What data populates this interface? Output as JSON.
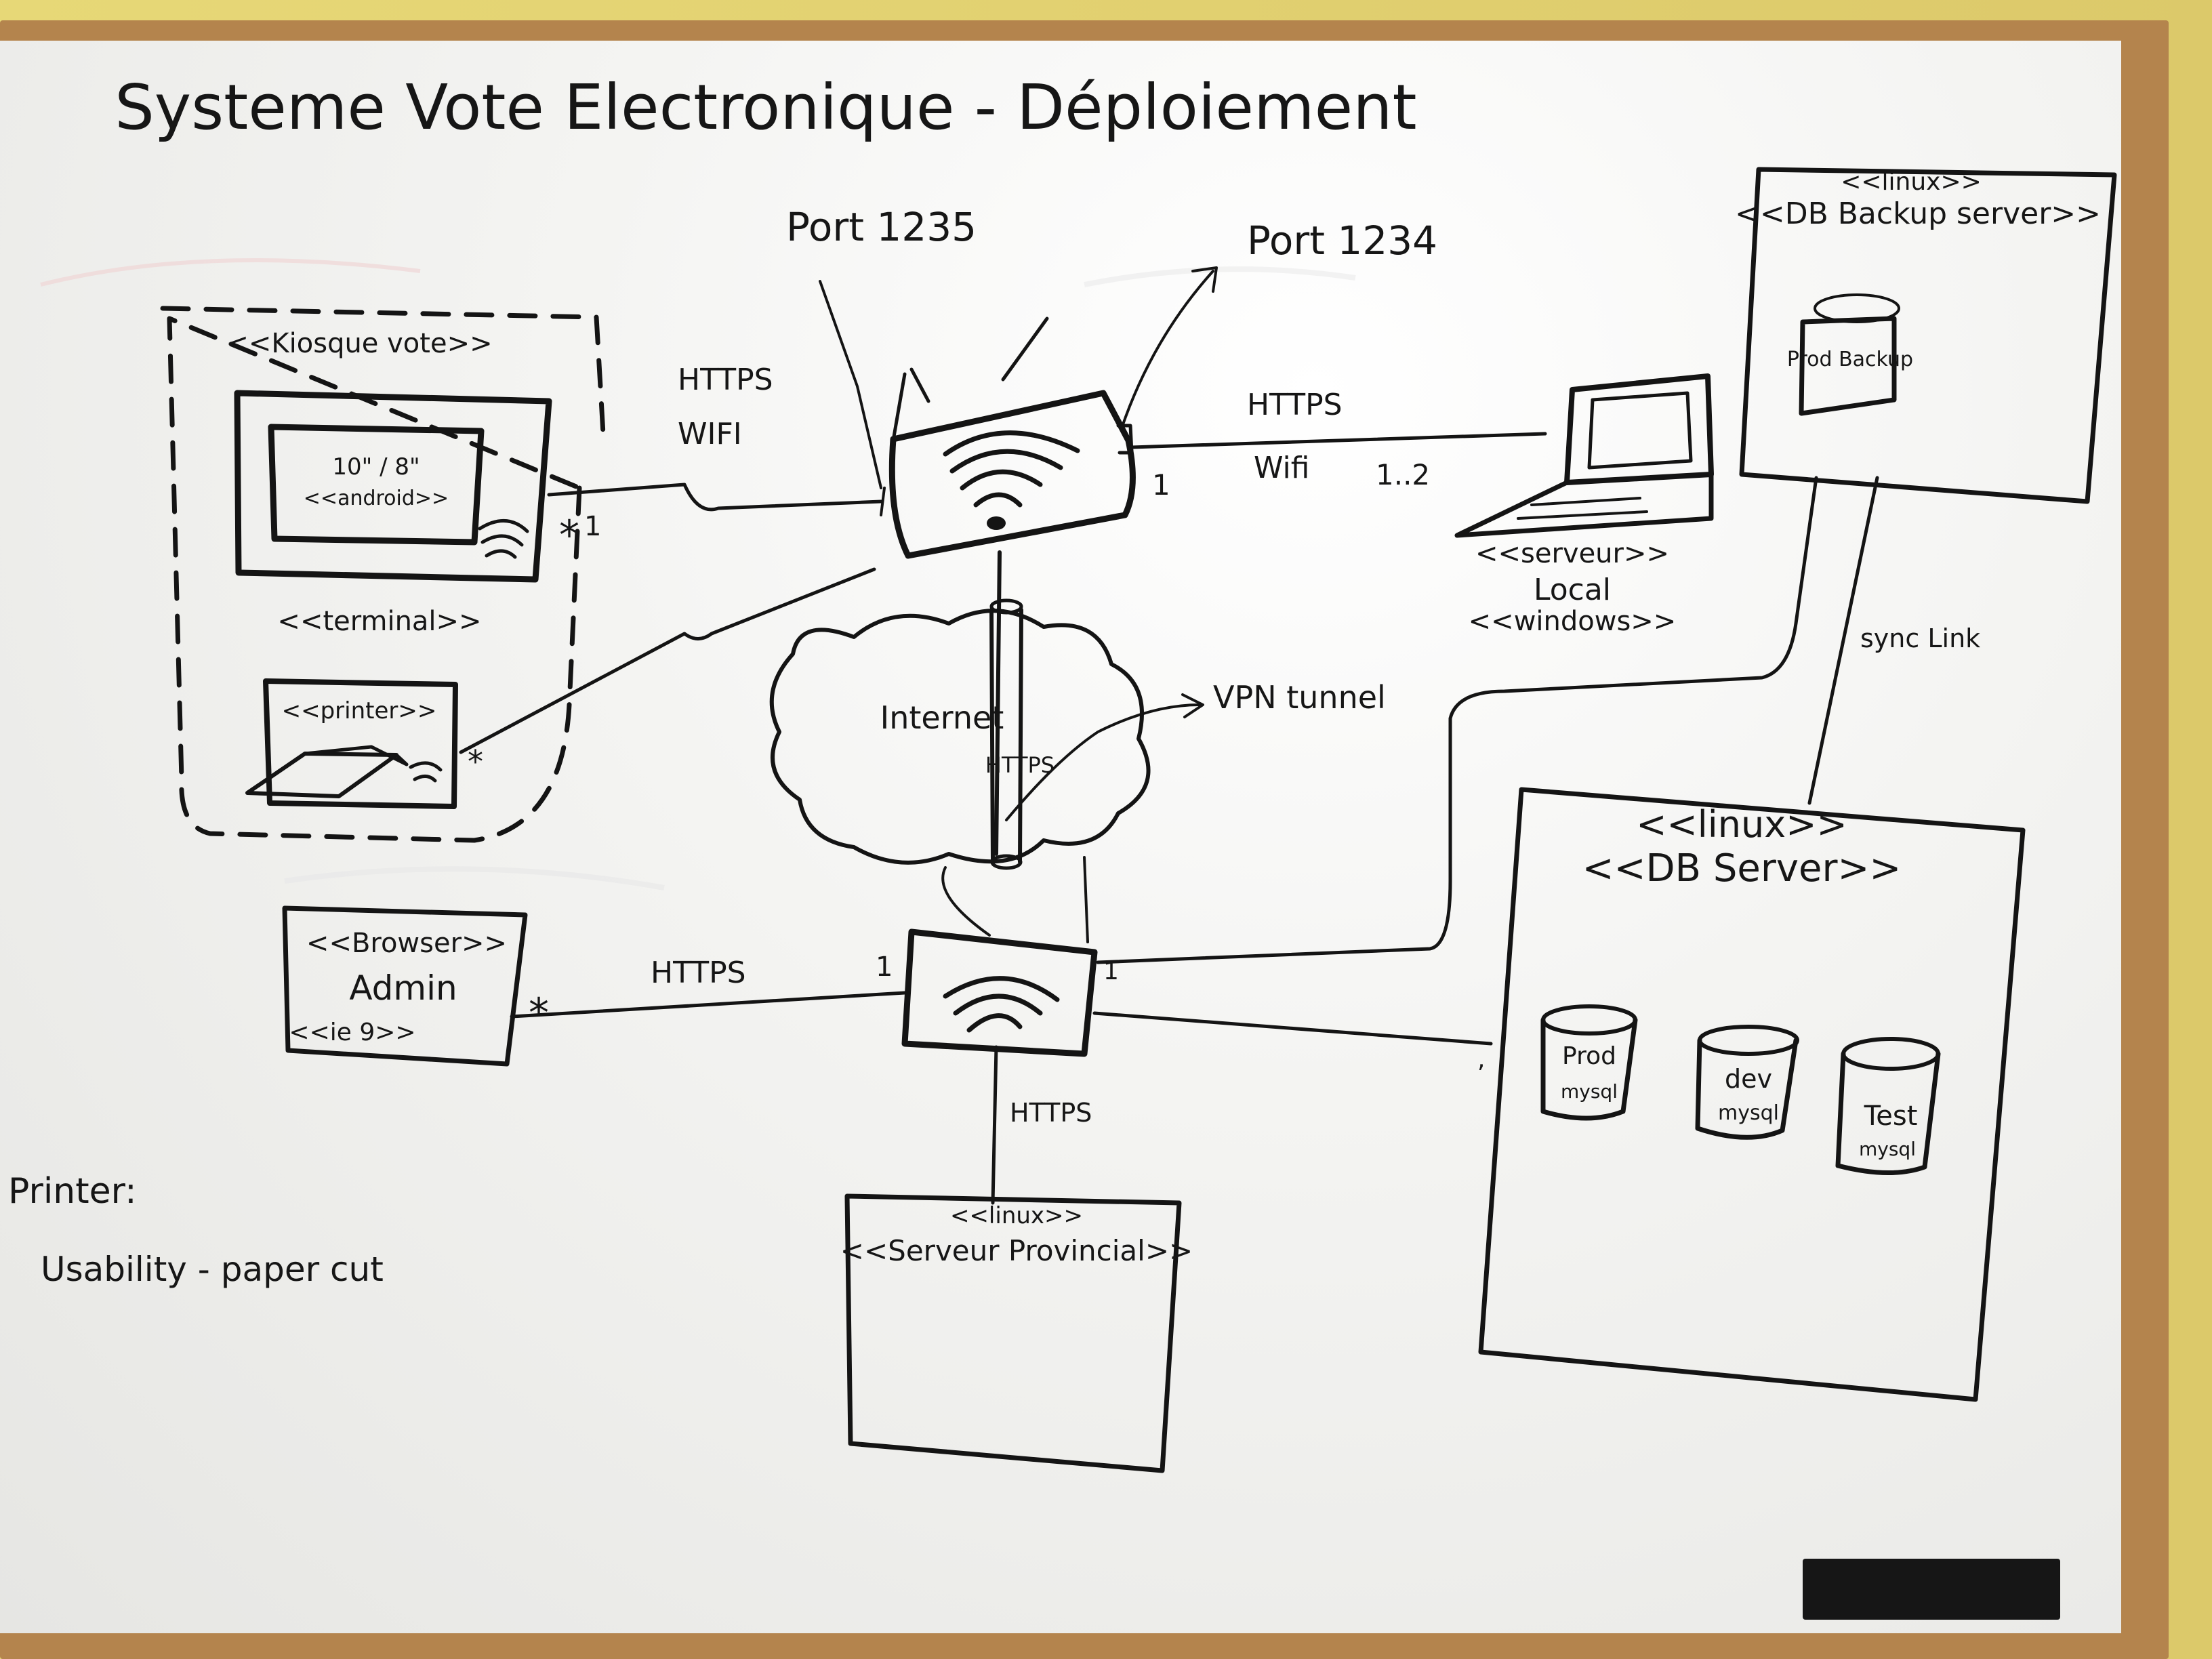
{
  "title": "Systeme Vote Electronique - Déploiement",
  "ports": {
    "port_1235": "Port 1235",
    "port_1234": "Port 1234"
  },
  "kiosk": {
    "label": "<<Kiosque vote>>",
    "terminal_screen": "10\" / 8\"",
    "terminal_os": "<<android>>",
    "terminal_label": "<<terminal>>",
    "printer_label": "<<printer>>",
    "terminal_multiplicity": "*",
    "terminal_conn_multiplicity": "1",
    "printer_multiplicity": "*"
  },
  "links": {
    "kiosk_https": "HTTPS",
    "kiosk_wifi": "WIFI",
    "local_https": "HTTPS",
    "local_wifi": "Wifi",
    "local_multiplicity": "1..2",
    "router_multiplicity": "1",
    "internet": "Internet",
    "internet_https": "HTTPS",
    "vpn": "VPN tunnel",
    "admin_https": "HTTPS",
    "admin_multiplicity": "*",
    "router2_multiplicity": "1",
    "provincial_https": "HTTPS",
    "sync_link": "sync Link"
  },
  "local_server": {
    "stereotype": "<<serveur>>",
    "name": "Local",
    "os": "<<windows>>"
  },
  "backup_server": {
    "os": "<<linux>>",
    "stereotype": "<<DB Backup server>>",
    "db": "Prod Backup"
  },
  "db_server": {
    "os": "<<linux>>",
    "stereotype": "<<DB Server>>",
    "dbs": [
      {
        "line1": "Prod",
        "line2": "mysql"
      },
      {
        "line1": "dev",
        "line2": "mysql"
      },
      {
        "line1": "Test",
        "line2": "mysql"
      }
    ]
  },
  "admin": {
    "stereotype": "<<Browser>>",
    "name": "Admin",
    "browser": "<<ie 9>>"
  },
  "provincial": {
    "os": "<<linux>>",
    "stereotype": "<<Serveur Provincial>>"
  },
  "note": {
    "heading": "Printer:",
    "body": "Usability - paper cut"
  }
}
